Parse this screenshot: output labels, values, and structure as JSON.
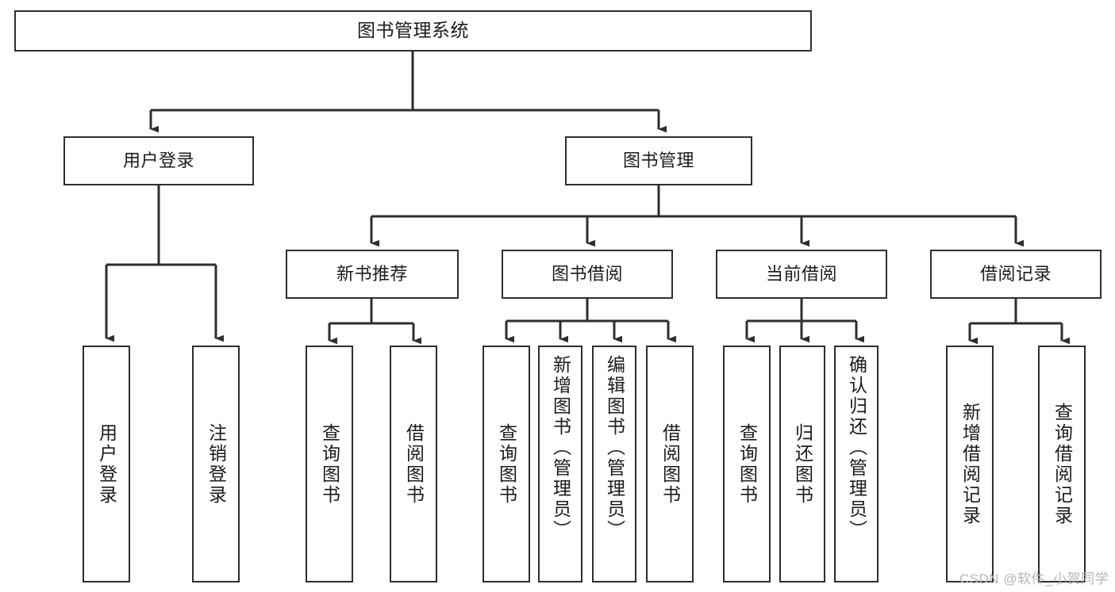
{
  "diagram": {
    "title": "图书管理系统",
    "type": "hierarchy-tree",
    "levels": 4,
    "colors": {
      "box_border": "#2e2e2e",
      "box_fill": "#ffffff",
      "connector": "#2e2e2e",
      "text": "#1b1b1b",
      "watermark": "#b6b6b6",
      "background": "#ffffff"
    },
    "root": {
      "label": "图书管理系统",
      "orientation": "horizontal"
    },
    "level2": [
      {
        "label": "用户登录",
        "orientation": "horizontal"
      },
      {
        "label": "图书管理",
        "orientation": "horizontal"
      }
    ],
    "level3": [
      {
        "label": "新书推荐",
        "orientation": "horizontal",
        "parent": "图书管理"
      },
      {
        "label": "图书借阅",
        "orientation": "horizontal",
        "parent": "图书管理"
      },
      {
        "label": "当前借阅",
        "orientation": "horizontal",
        "parent": "图书管理"
      },
      {
        "label": "借阅记录",
        "orientation": "horizontal",
        "parent": "图书管理"
      }
    ],
    "leaves": [
      {
        "label": "用户登录",
        "parent": "用户登录",
        "orientation": "vertical"
      },
      {
        "label": "注销登录",
        "parent": "用户登录",
        "orientation": "vertical"
      },
      {
        "label": "查询图书",
        "parent": "新书推荐",
        "orientation": "vertical"
      },
      {
        "label": "借阅图书",
        "parent": "新书推荐",
        "orientation": "vertical"
      },
      {
        "label": "查询图书",
        "parent": "图书借阅",
        "orientation": "vertical"
      },
      {
        "label": "新增图书（管理员）",
        "parent": "图书借阅",
        "orientation": "vertical"
      },
      {
        "label": "编辑图书（管理员）",
        "parent": "图书借阅",
        "orientation": "vertical"
      },
      {
        "label": "借阅图书",
        "parent": "图书借阅",
        "orientation": "vertical"
      },
      {
        "label": "查询图书",
        "parent": "当前借阅",
        "orientation": "vertical"
      },
      {
        "label": "归还图书",
        "parent": "当前借阅",
        "orientation": "vertical"
      },
      {
        "label": "确认归还（管理员）",
        "parent": "当前借阅",
        "orientation": "vertical"
      },
      {
        "label": "新增借阅记录",
        "parent": "借阅记录",
        "orientation": "vertical"
      },
      {
        "label": "查询借阅记录",
        "parent": "借阅记录",
        "orientation": "vertical"
      }
    ]
  },
  "watermark": {
    "text": "CSDN @软件_小贺同学"
  }
}
